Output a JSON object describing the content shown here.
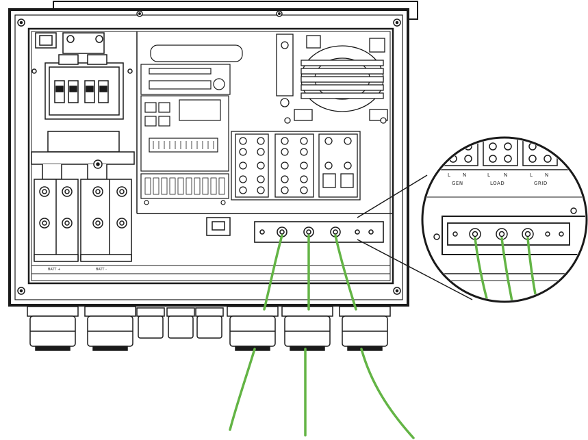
{
  "zoom_labels": {
    "gen_l": "L",
    "gen_n": "N",
    "gen": "GEN",
    "load_l": "L",
    "load_n": "N",
    "load": "LOAD",
    "grid_l": "L",
    "grid_n": "N",
    "grid": "GRID"
  },
  "breaker_labels": {
    "batt_plus": "BATT +",
    "batt_minus": "BATT -"
  },
  "colors": {
    "wire": "#63b445",
    "line": "#1a1a1a",
    "background": "#ffffff"
  }
}
